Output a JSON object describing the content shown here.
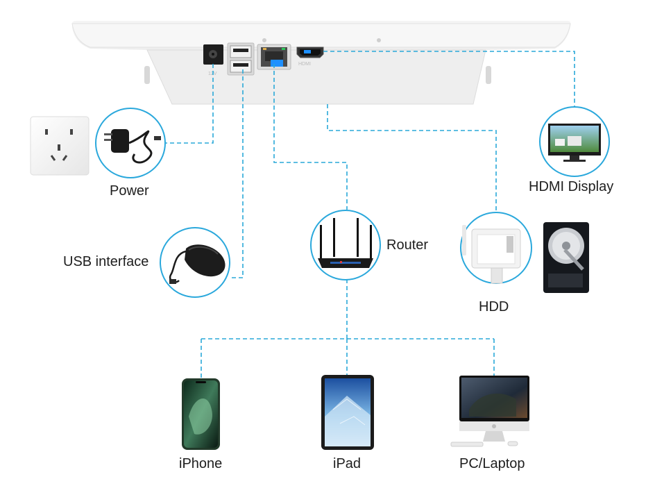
{
  "labels": {
    "power": "Power",
    "usb": "USB interface",
    "router": "Router",
    "hdd": "HDD",
    "hdmi": "HDMI Display",
    "iphone": "iPhone",
    "ipad": "iPad",
    "pc": "PC/Laptop"
  },
  "colors": {
    "line": "#29a8d8",
    "circle": "#2aa8dc",
    "label": "#1e1e1e",
    "port_highlight": "#1e90ff"
  },
  "icons": {
    "nvr": "nvr-device-icon",
    "wall_socket": "wall-socket-icon",
    "power_adapter": "power-adapter-icon",
    "mouse": "mouse-icon",
    "router": "router-icon",
    "hdd_bay": "hdd-bay-icon",
    "hard_drive": "hard-drive-icon",
    "monitor": "monitor-icon",
    "iphone": "iphone-icon",
    "ipad": "ipad-icon",
    "imac": "imac-icon"
  }
}
